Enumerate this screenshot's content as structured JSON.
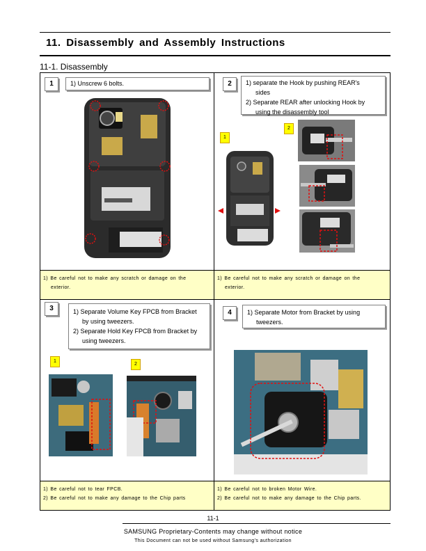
{
  "header": {
    "title": "11.  Disassembly  and  Assembly  Instructions",
    "subtitle": "11-1.  Disassembly"
  },
  "steps": [
    {
      "number": "1",
      "instructions": [
        "1)  Unscrew  6  bolts."
      ],
      "notes": [
        "1)  Be  careful  not  to  make  any  scratch  or  damage  on  the",
        "exterior."
      ]
    },
    {
      "number": "2",
      "instructions": [
        "1)  separate  the  Hook  by  pushing  REAR's",
        "sides",
        "2)  Separate  REAR  after  unlocking  Hook  by",
        "using  the  disassembly  tool"
      ],
      "tags": [
        "1",
        "2"
      ],
      "notes": [
        "1)  Be  careful  not  to  make  any  scratch  or  damage  on  the",
        "exterior."
      ]
    },
    {
      "number": "3",
      "instructions": [
        "1)  Separate  Volume  Key  FPCB  from  Bracket",
        "by  using  tweezers.",
        "2)  Separate  Hold  Key  FPCB  from  Bracket  by",
        "using  tweezers."
      ],
      "tags": [
        "1",
        "2"
      ],
      "notes": [
        "1)  Be  careful  not  to  tear  FPCB.",
        "2)  Be  careful  not  to  make  any  damage  to  the  Chip  parts"
      ]
    },
    {
      "number": "4",
      "instructions": [
        "1)  Separate  Motor  from  Bracket  by  using",
        "tweezers."
      ],
      "notes": [
        "1)  Be  careful  not  to  broken  Motor  Wire.",
        "2)  Be  careful  not  to  make  any  damage  to  the  Chip  parts."
      ]
    }
  ],
  "footer": {
    "page_number": "11-1",
    "line1": "SAMSUNG Proprietary-Contents may change without notice",
    "line2": "This  Document  can  not  be  used  without  Samsung's  authorization"
  },
  "colors": {
    "note_background": "#ffffc6",
    "tag_yellow": "#ffff00",
    "highlight_red": "#e01010"
  }
}
